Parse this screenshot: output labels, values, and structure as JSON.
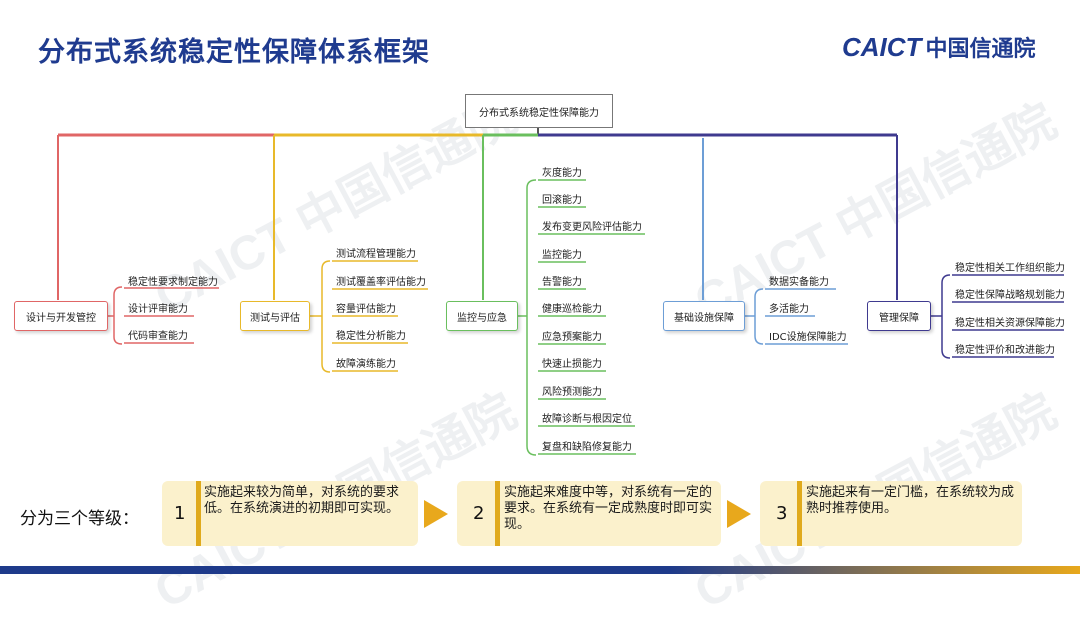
{
  "title": "分布式系统稳定性保障体系框架",
  "logo": {
    "en": "CAICT",
    "cn": "中国信通院"
  },
  "watermark": "CAICT 中国信通院",
  "colors": {
    "title": "#1f3b8f",
    "red": "#e06666",
    "yellow": "#e8b92a",
    "green": "#6abf5e",
    "blue": "#6d9ed6",
    "navy": "#3f3a8f",
    "card": "#fbf1cc",
    "card_bar": "#e0aa1c"
  },
  "diagram": {
    "root": "分布式系统稳定性保障能力",
    "branches": [
      {
        "label": "设计与开发管控",
        "items": [
          "稳定性要求制定能力",
          "设计评审能力",
          "代码审查能力"
        ]
      },
      {
        "label": "测试与评估",
        "items": [
          "测试流程管理能力",
          "测试覆盖率评估能力",
          "容量评估能力",
          "稳定性分析能力",
          "故障演练能力"
        ]
      },
      {
        "label": "监控与应急",
        "items": [
          "灰度能力",
          "回滚能力",
          "发布变更风险评估能力",
          "监控能力",
          "告警能力",
          "健康巡检能力",
          "应急预案能力",
          "快速止损能力",
          "风险预测能力",
          "故障诊断与根因定位",
          "复盘和缺陷修复能力"
        ]
      },
      {
        "label": "基础设施保障",
        "items": [
          "数据实备能力",
          "多活能力",
          "IDC设施保障能力"
        ]
      },
      {
        "label": "管理保障",
        "items": [
          "稳定性相关工作组织能力",
          "稳定性保障战略规划能力",
          "稳定性相关资源保障能力",
          "稳定性评价和改进能力"
        ]
      }
    ]
  },
  "levels": {
    "label": "分为三个等级：",
    "items": [
      {
        "num": "1",
        "text": "实施起来较为简单，对系统的要求低。在系统演进的初期即可实现。"
      },
      {
        "num": "2",
        "text": "实施起来难度中等，对系统有一定的要求。在系统有一定成熟度时即可实现。"
      },
      {
        "num": "3",
        "text": "实施起来有一定门槛，在系统较为成熟时推荐使用。"
      }
    ]
  }
}
